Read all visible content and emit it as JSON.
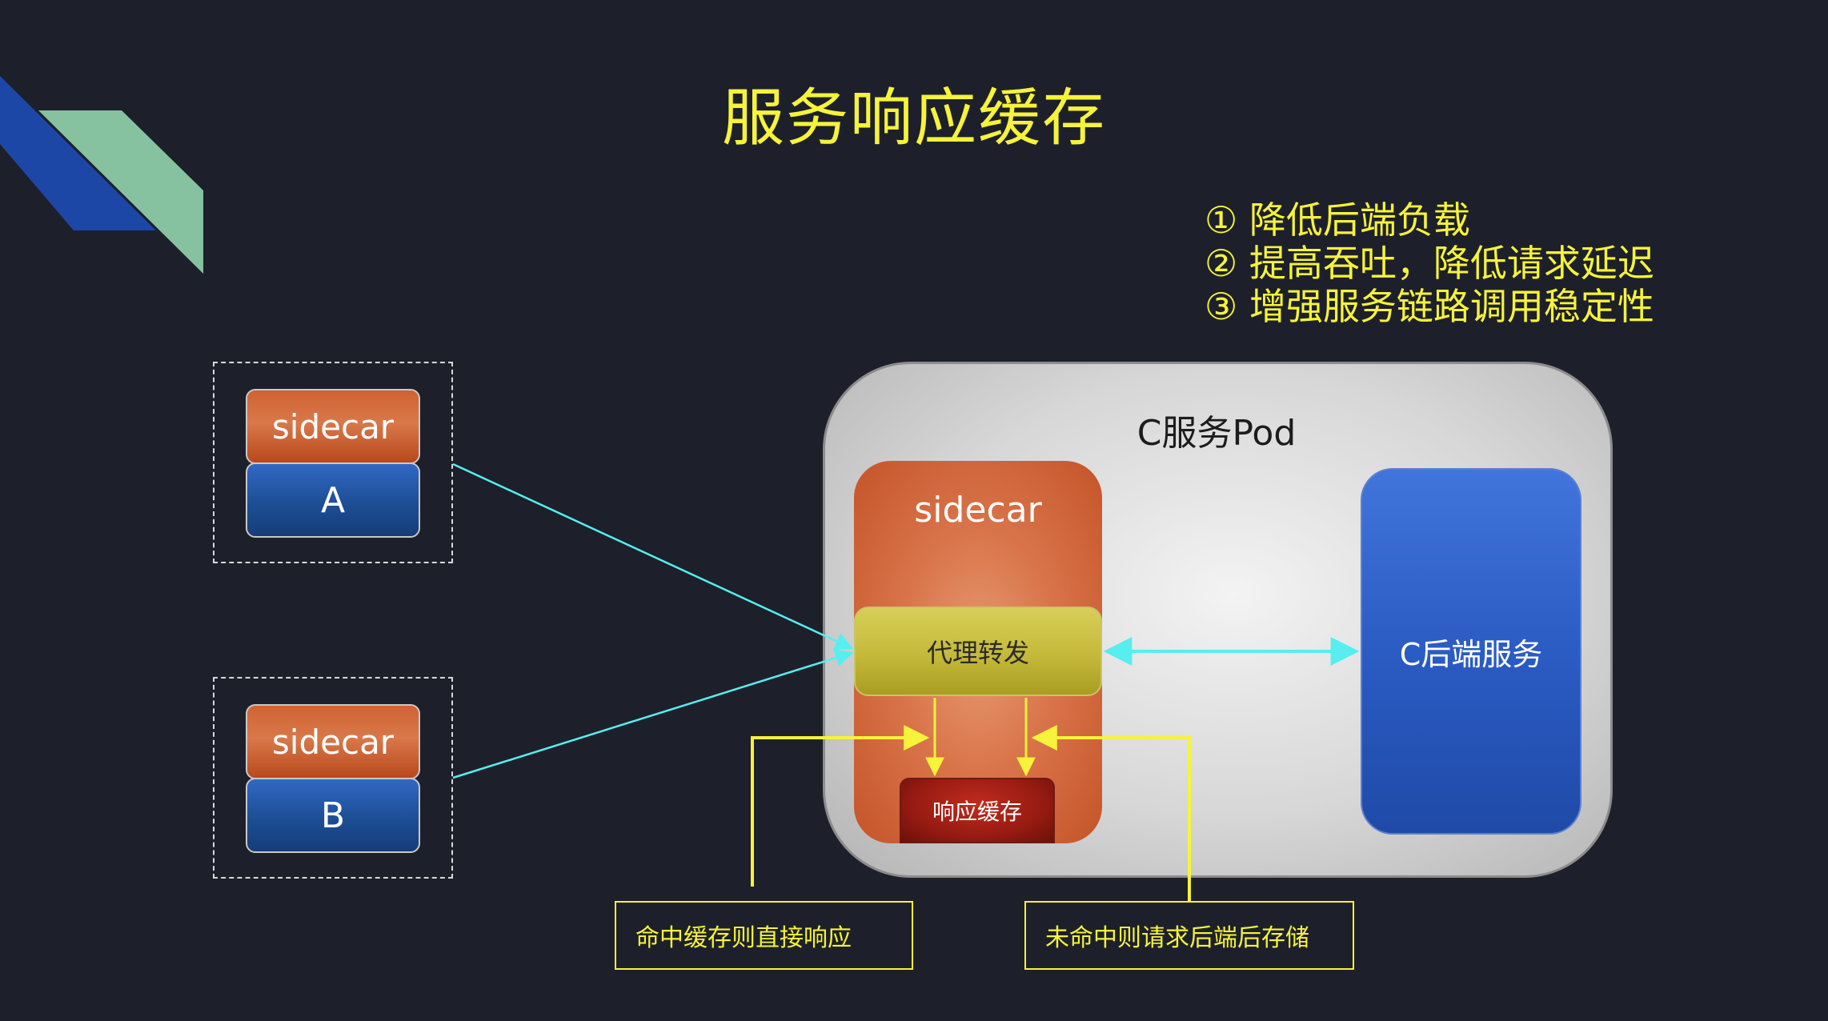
{
  "title": "服务响应缓存",
  "benefits": [
    "① 降低后端负载",
    "② 提高吞吐，降低请求延迟",
    "③ 增强服务链路调用稳定性"
  ],
  "client_a": {
    "sidecar_label": "sidecar",
    "service_label": "A"
  },
  "client_b": {
    "sidecar_label": "sidecar",
    "service_label": "B"
  },
  "pod": {
    "label": "C服务Pod",
    "sidecar_label": "sidecar",
    "proxy_label": "代理转发",
    "cache_label": "响应缓存",
    "backend_label": "C后端服务"
  },
  "notes": {
    "hit": "命中缓存则直接响应",
    "miss": "未命中则请求后端后存储"
  },
  "colors": {
    "background": "#1d202a",
    "title": "#f6f33a",
    "connector_cyan": "#57eef0",
    "connector_yellow": "#f6f33a",
    "sidecar": "#d4693c",
    "service": "#1d4e95",
    "proxy": "#c4b93a",
    "cache": "#971b12",
    "backend": "#2c5ec6"
  }
}
